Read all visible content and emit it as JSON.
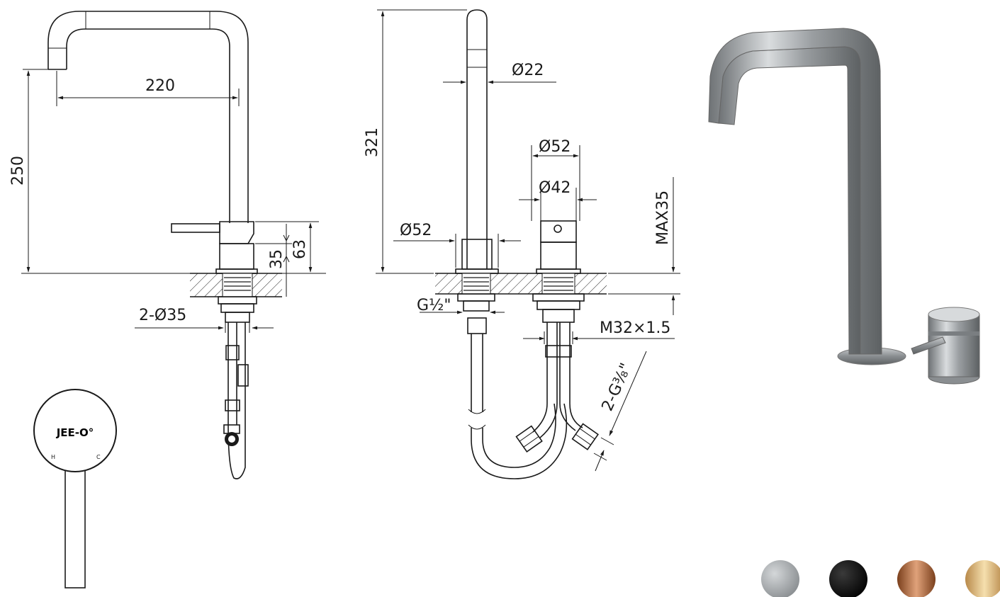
{
  "dimensions": {
    "spout_reach": "220",
    "height": "250",
    "handle_body_63": "63",
    "handle_body_35": "35",
    "hole_dia": "2-Ø35",
    "total_height": "321",
    "spout_dia": "Ø22",
    "lever_base_dia": "Ø52",
    "lever_body_dia": "Ø42",
    "spout_base_dia": "Ø52",
    "max_thickness": "MAX35",
    "spout_thread": "G½\"",
    "lever_thread": "M32×1.5",
    "hose_thread": "2-G⅜\""
  },
  "handle_view": {
    "logo": "JEE-O°",
    "hot_label": "H",
    "cold_label": "C"
  },
  "finishes": [
    {
      "name": "brushed-steel",
      "color": "#a9adb0"
    },
    {
      "name": "matt-black",
      "color": "#111111"
    },
    {
      "name": "copper",
      "color": "#b87333"
    },
    {
      "name": "brass",
      "color": "#e2c07a"
    }
  ]
}
